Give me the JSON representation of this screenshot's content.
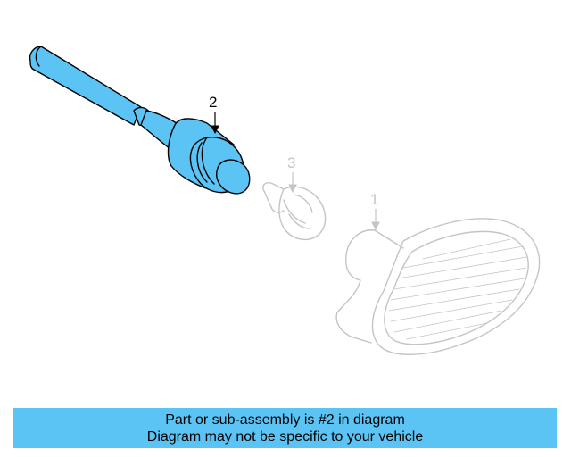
{
  "callouts": {
    "part_1": "1",
    "part_2": "2",
    "part_3": "3"
  },
  "caption": {
    "line1": "Part or sub-assembly is #2 in diagram",
    "line2": "Diagram may not be specific to your vehicle"
  },
  "colors": {
    "highlight_fill": "#5bc4f5",
    "highlight_outline": "#000000",
    "faded_outline": "#c4c4c4",
    "caption_bar": "#5bc4f5"
  }
}
